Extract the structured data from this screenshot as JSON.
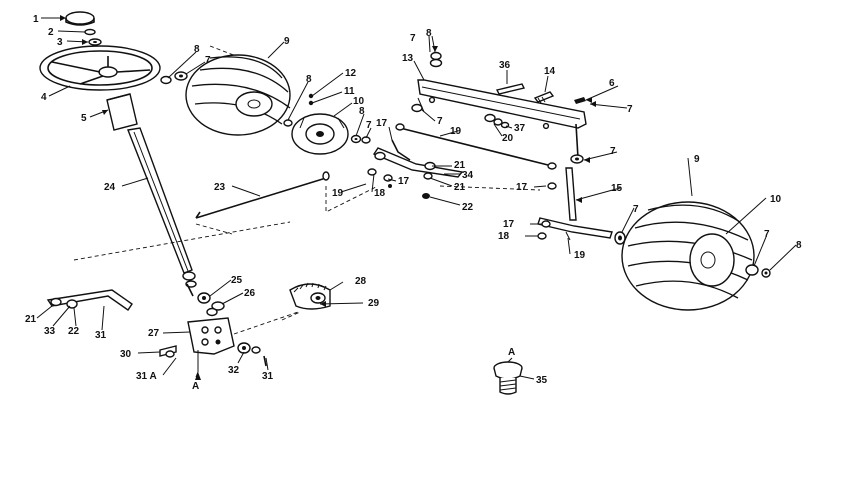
{
  "diagram": {
    "labels": {
      "l1": "1",
      "l2": "2",
      "l3": "3",
      "l4": "4",
      "l5": "5",
      "l8a": "8",
      "l7a": "7",
      "l9a": "9",
      "l8b": "8",
      "l12": "12",
      "l11": "11",
      "l10a": "10",
      "l8c": "8",
      "l7b": "7",
      "l7c": "7",
      "l8d": "8",
      "l13": "13",
      "l36a": "36",
      "l14": "14",
      "l6": "6",
      "l7d": "7",
      "l7e": "7",
      "l37": "37",
      "l20": "20",
      "l19a": "19",
      "l17a": "17",
      "l21a": "21",
      "l34": "34",
      "l21b": "21",
      "l17b": "17",
      "l18a": "18",
      "l19b": "19",
      "l22a": "22",
      "l23": "23",
      "l24": "24",
      "l7f": "7",
      "l9b": "9",
      "l17c": "17",
      "l15": "15",
      "l10b": "10",
      "l17d": "17",
      "l18b": "18",
      "l19c": "19",
      "l7g": "7",
      "l7h": "7",
      "l8e": "8",
      "l25": "25",
      "l26": "26",
      "l28": "28",
      "l29": "29",
      "l21c": "21",
      "l33": "33",
      "l22b": "22",
      "l31a": "31",
      "l27": "27",
      "l30": "30",
      "l31A": "31 A",
      "lA1": "A",
      "l32": "32",
      "l31b": "31",
      "lA2": "A",
      "l35": "35"
    }
  }
}
